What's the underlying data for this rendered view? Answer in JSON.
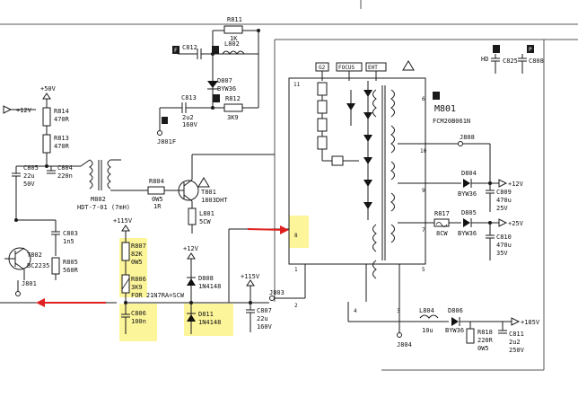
{
  "labels": {
    "r811": "R811",
    "r811_v": "1K",
    "c812": "C812",
    "l802": "L802",
    "d807": "D807",
    "d807_v": "BYW36",
    "r812": "R812",
    "r812_v": "3K9",
    "c813": "C813",
    "c813_v1": "2u2",
    "c813_v2": "160V",
    "j801f": "J801F",
    "p50v": "+50V",
    "p12v_left": "+12V",
    "r814": "R814",
    "r814_v": "470R",
    "r813": "R813",
    "r813_v": "470R",
    "c805": "C805",
    "c805_v1": "22u",
    "c805_v2": "50V",
    "c804": "C804",
    "c804_v": "220n",
    "m802": "M802",
    "m802_v": "HDT-7-01 (7mH)",
    "r804": "R804",
    "r804_v1": "0W5",
    "r804_v2": "1R",
    "t801": "T801",
    "t801_v": "1803DHT",
    "l801": "L801",
    "l801_v": "5CW",
    "c803": "C803",
    "c803_v": "1n5",
    "r805": "R805",
    "r805_v": "560R",
    "t802": "T802",
    "t802_v": "BC2235",
    "j801": "J801",
    "p115v_a": "+115V",
    "r807": "R807",
    "r807_v1": "82K",
    "r807_v2": "0W5",
    "r806": "R806",
    "r806_v": "3K9",
    "note_for": "FOR 21N7RA=SCW",
    "c806": "C806",
    "c806_v": "100n",
    "p12v_mid": "+12V",
    "d808": "D808",
    "d808_v": "1N4148",
    "d811": "D811",
    "d811_v": "1N4148",
    "p115v_b": "+115V",
    "j803": "J803",
    "c807": "C807",
    "c807_v1": "22u",
    "c807_v2": "160V",
    "g2": "G2",
    "focus": "FOCUS",
    "eht": "EHT",
    "m801": "M801",
    "m801_v": "FCM20B061N",
    "hd": "HD",
    "c825": "C825",
    "c808": "C808",
    "j808": "J808",
    "d804": "D804",
    "d804_v": "BYW36",
    "p12v_right": "+12V",
    "c809": "C809",
    "c809_v1": "470u",
    "c809_v2": "25V",
    "r817": "R817",
    "r817_v": "8CW",
    "d805": "D805",
    "d805_v": "BYW36",
    "p25v": "+25V",
    "c810": "C810",
    "c810_v1": "470u",
    "c810_v2": "35V",
    "l804": "L804",
    "l804_v": "10u",
    "d806": "D806",
    "d806_v": "BYW36",
    "r818": "R818",
    "r818_v1": "220R",
    "r818_v2": "0W5",
    "c811": "C811",
    "c811_v1": "2u2",
    "c811_v2": "250V",
    "p185v": "+185V",
    "j804": "J804",
    "pin11": "11",
    "pin6": "6",
    "pin10": "10",
    "pin9": "9",
    "pin8": "8",
    "pin7": "7",
    "pin1": "1",
    "pin2": "2",
    "pin4": "4",
    "pin3": "3",
    "pin5": "5",
    "badge_f": "F",
    "badge_p": "P"
  }
}
